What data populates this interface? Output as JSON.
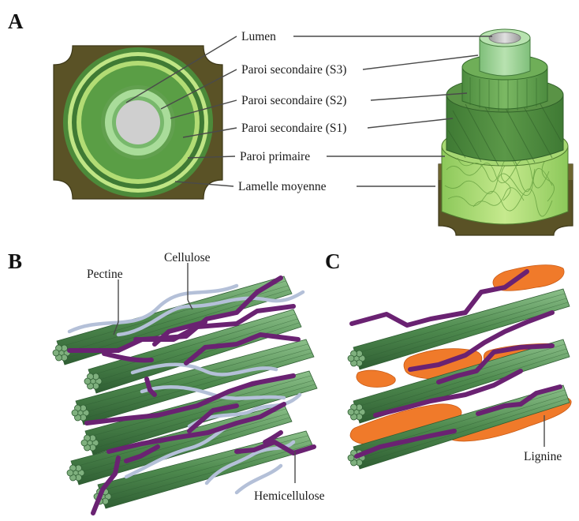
{
  "figure": {
    "panels": [
      {
        "letter": "A"
      },
      {
        "letter": "B"
      },
      {
        "letter": "C"
      }
    ],
    "panel_a_labels": [
      {
        "text": "Lumen"
      },
      {
        "text": "Paroi secondaire (S3)"
      },
      {
        "text": "Paroi secondaire (S2)"
      },
      {
        "text": "Paroi secondaire (S1)"
      },
      {
        "text": "Paroi primaire"
      },
      {
        "text": "Lamelle moyenne"
      }
    ],
    "panel_b_labels": {
      "pectine": "Pectine",
      "cellulose": "Cellulose",
      "hemicellulose": "Hemicellulose"
    },
    "panel_c_labels": {
      "lignine": "Lignine"
    }
  },
  "colors": {
    "middle_lamella": "#5a5226",
    "primary_wall": "#b6e07a",
    "s1": "#6fb34d",
    "s2": "#4c8f3a",
    "s3": "#9fd69a",
    "lumen": "#cccccc",
    "cellulose_fibre": "#5c9a5c",
    "hemicellulose": "#6a2272",
    "pectine": "#b4c0d8",
    "lignine": "#f07a2a"
  }
}
